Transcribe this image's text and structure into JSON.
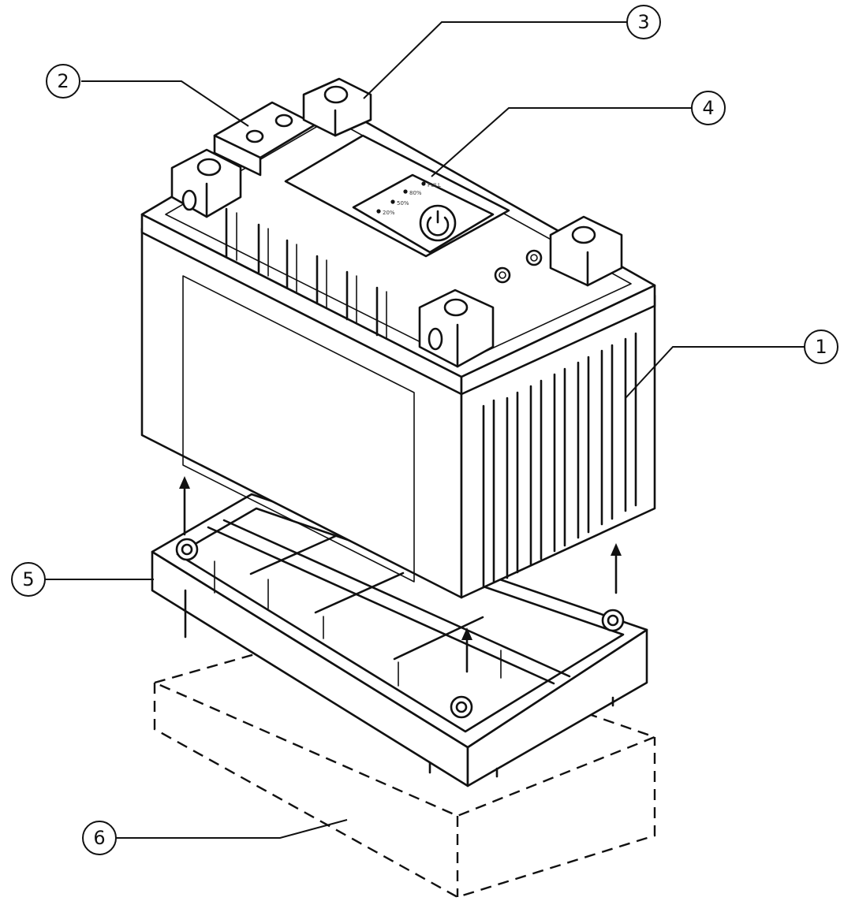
{
  "callouts": [
    {
      "id": "1",
      "label": "1"
    },
    {
      "id": "2",
      "label": "2"
    },
    {
      "id": "3",
      "label": "3"
    },
    {
      "id": "4",
      "label": "4"
    },
    {
      "id": "5",
      "label": "5"
    },
    {
      "id": "6",
      "label": "6"
    }
  ],
  "indicator": {
    "levels": [
      "FULL",
      "80%",
      "50%",
      "20%"
    ],
    "power_icon": "power-icon"
  },
  "colors": {
    "line": "#111111",
    "background": "#ffffff"
  }
}
